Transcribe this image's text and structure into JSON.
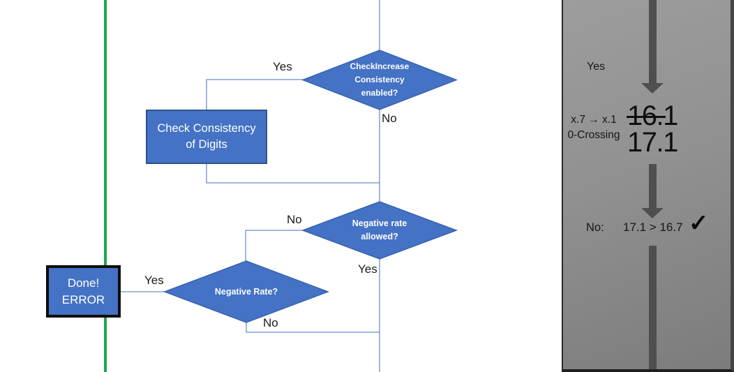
{
  "diagram": {
    "nodes": {
      "check_increase": "CheckIncrease\nConsistency\nenabled?",
      "check_consistency": "Check Consistency\nof Digits",
      "negative_rate_allowed": "Negative rate\nallowed?",
      "negative_rate": "Negative Rate?",
      "done_error": "Done!\nERROR"
    },
    "labels": {
      "check_increase_yes": "Yes",
      "check_increase_no": "No",
      "negative_rate_allowed_no": "No",
      "negative_rate_allowed_yes": "Yes",
      "negative_rate_yes": "Yes",
      "negative_rate_no": "No"
    }
  },
  "side_panel": {
    "yes_label": "Yes",
    "rule_text": "x.7 → x.1\n0-Crossing",
    "old_value": "16.1",
    "new_value": "17.1",
    "no_label": "No:",
    "comparison": "17.1 > 16.7",
    "checkmark": "✓"
  },
  "colors": {
    "node_fill": "#4472c4",
    "node_border": "#2f528f",
    "connector_blue": "#6a8fc8",
    "accent_green": "#1ca750",
    "panel_arrow_gray": "#4f4f4f",
    "panel_bg_top": "#9d9d9d",
    "panel_bg_bottom": "#7c7c7c"
  }
}
